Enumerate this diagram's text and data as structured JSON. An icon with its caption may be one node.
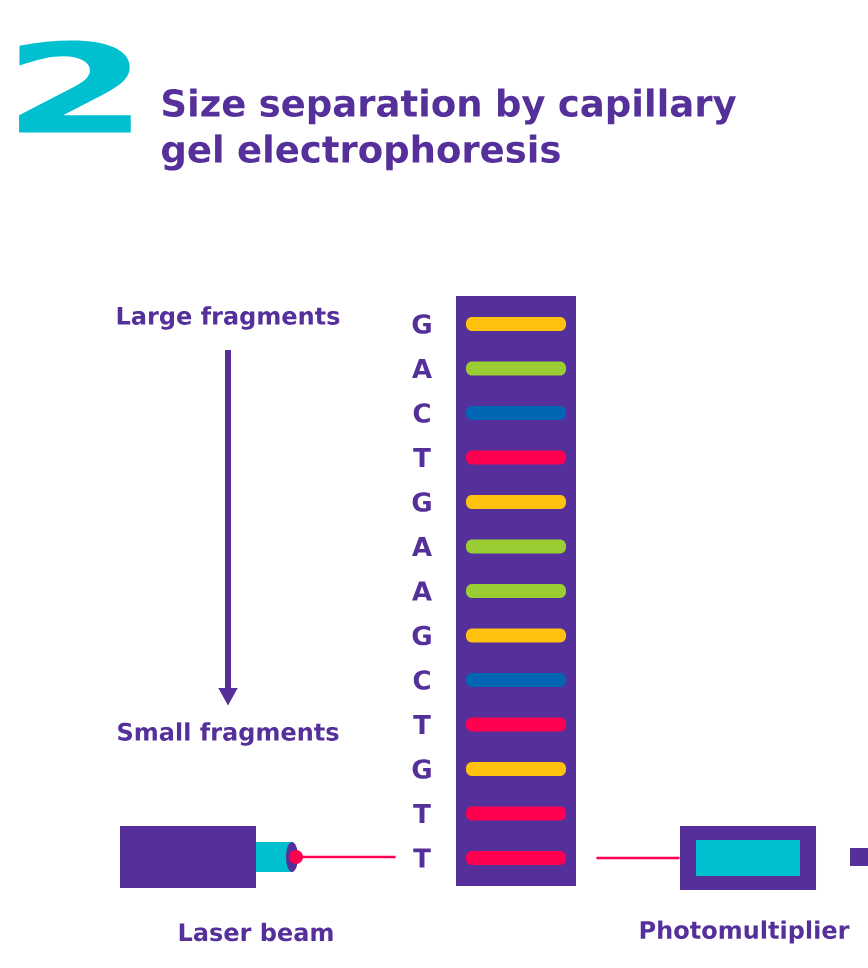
{
  "diagram": {
    "title": "Size separation by capillary gel electrophoresis",
    "nodes": [
      {
        "text": [
          "Laser beam"
        ]
      },
      {
        "text": [],
        "shape": "bar"
      },
      {
        "text": [
          "Photomultiplier"
        ]
      },
      {
        "text": [
          "Large fragments"
        ]
      },
      {
        "text": [
          "Small fragments"
        ]
      }
    ],
    "edges": [
      {
        "from": 0,
        "to": 1,
        "arrow": "none"
      },
      {
        "from": 1,
        "to": 2,
        "arrow": "none"
      },
      {
        "from": 3,
        "to": 4,
        "arrow": "to",
        "style": "thick",
        "color": "#55309a"
      }
    ],
    "labels": [
      "2",
      "G",
      "A",
      "C",
      "T",
      "G",
      "A",
      "A",
      "G",
      "C",
      "T",
      "G",
      "T",
      "T"
    ]
  }
}
